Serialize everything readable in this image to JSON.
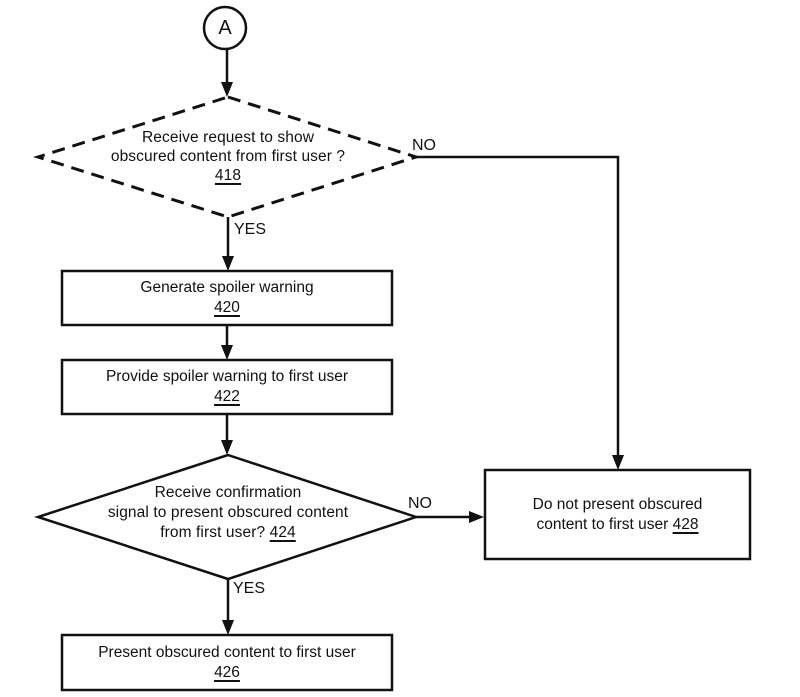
{
  "diagram": {
    "connector": {
      "label": "A"
    },
    "decision_418": {
      "line1": "Receive request to show",
      "line2": "obscured content from first user ?",
      "ref": "418"
    },
    "box_420": {
      "line1": "Generate spoiler warning",
      "ref": "420"
    },
    "box_422": {
      "line1": "Provide spoiler warning to first user",
      "ref": "422"
    },
    "decision_424": {
      "line1": "Receive confirmation",
      "line2": "signal to present obscured content",
      "line3_prefix": "from first user? ",
      "ref": "424"
    },
    "box_428": {
      "line1": "Do not present obscured",
      "line2_prefix": "content to first user ",
      "ref": "428"
    },
    "box_426": {
      "line1": "Present obscured content to first user",
      "ref": "426"
    },
    "labels": {
      "no1": "NO",
      "yes1": "YES",
      "no2": "NO",
      "yes2": "YES"
    },
    "colors": {
      "stroke": "#111111",
      "background": "#ffffff"
    }
  }
}
